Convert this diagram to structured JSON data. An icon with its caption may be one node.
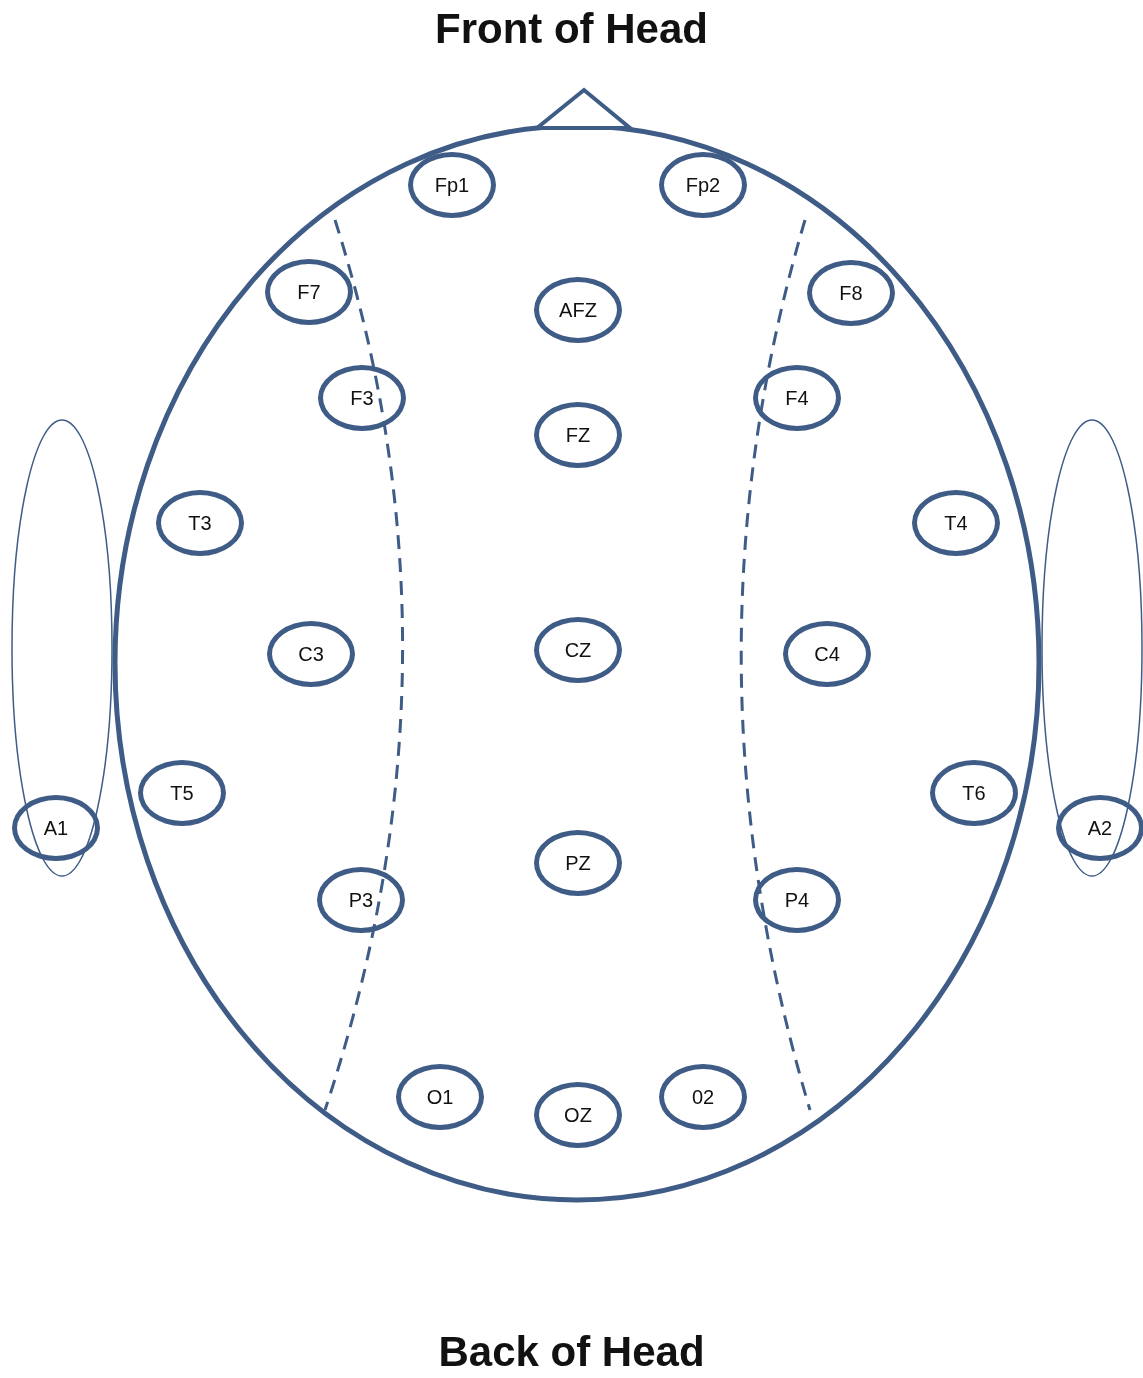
{
  "diagram": {
    "title": "Front of Head",
    "caption": "Back of Head",
    "nodes": [
      {
        "text": [
          "Fp1"
        ]
      },
      {
        "text": [
          "Fp2"
        ]
      },
      {
        "text": [
          "F7"
        ]
      },
      {
        "text": [
          "F8"
        ]
      },
      {
        "text": [
          "AFZ"
        ]
      },
      {
        "text": [
          "F3"
        ]
      },
      {
        "text": [
          "F4"
        ]
      },
      {
        "text": [
          "FZ"
        ]
      },
      {
        "text": [
          "T3"
        ]
      },
      {
        "text": [
          "T4"
        ]
      },
      {
        "text": [
          "CZ"
        ]
      },
      {
        "text": [
          "C3"
        ]
      },
      {
        "text": [
          "C4"
        ]
      },
      {
        "text": [
          "T5"
        ]
      },
      {
        "text": [
          "T6"
        ]
      },
      {
        "text": [
          "A1"
        ]
      },
      {
        "text": [
          "A2"
        ]
      },
      {
        "text": [
          "PZ"
        ]
      },
      {
        "text": [
          "P3"
        ]
      },
      {
        "text": [
          "P4"
        ]
      },
      {
        "text": [
          "O1"
        ]
      },
      {
        "text": [
          "02"
        ]
      },
      {
        "text": [
          "OZ"
        ]
      }
    ]
  }
}
